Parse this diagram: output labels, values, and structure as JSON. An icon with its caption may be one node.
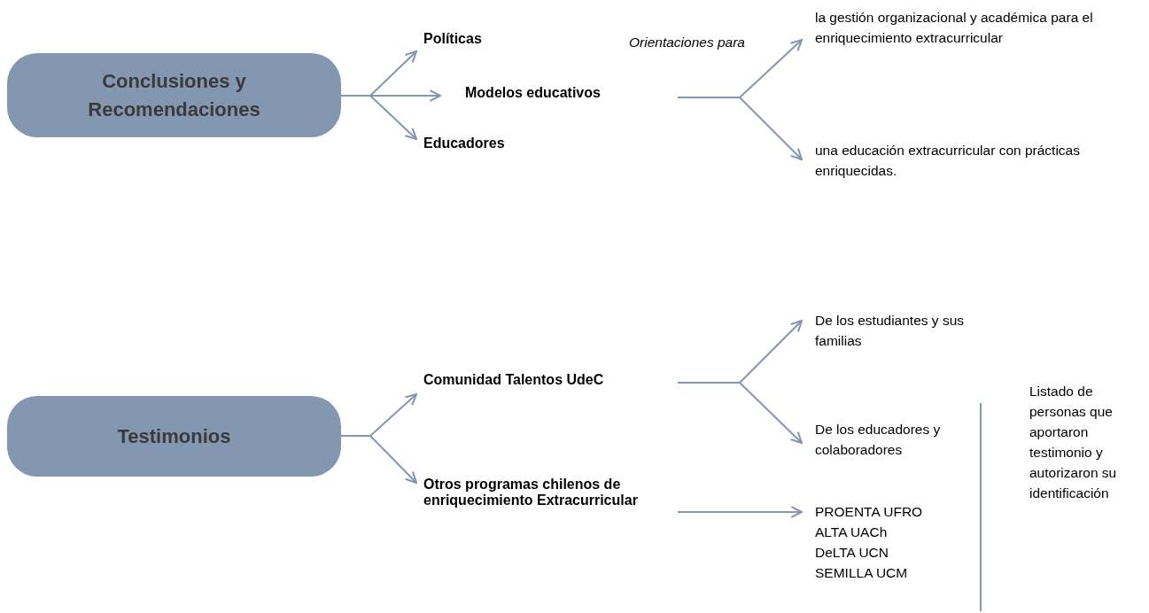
{
  "diagram": {
    "nodes": [
      {
        "text": [
          "Conclusiones y Recomendaciones"
        ]
      },
      {
        "text": [
          "Políticas"
        ]
      },
      {
        "text": [
          "Modelos educativos"
        ]
      },
      {
        "text": [
          "Educadores"
        ]
      },
      {
        "text": [
          "la gestión organizacional y académica para el enriquecimiento extracurricular"
        ]
      },
      {
        "text": [
          "una educación extracurricular con prácticas enriquecidas."
        ]
      },
      {
        "text": [
          "Testimonios"
        ]
      },
      {
        "text": [
          "Comunidad Talentos UdeC"
        ]
      },
      {
        "text": [
          "Otros programas chilenos de enriquecimiento Extracurricular"
        ]
      },
      {
        "text": [
          "De los estudiantes y sus familias"
        ]
      },
      {
        "text": [
          "De los educadores y colaboradores"
        ]
      },
      {
        "text": [
          "PROENTA UFRO",
          "ALTA UACh",
          "DeLTA UCN",
          "SEMILLA UCM"
        ]
      }
    ],
    "edges": [
      {
        "from": 0,
        "to": 1,
        "arrow": "to"
      },
      {
        "from": 0,
        "to": 2,
        "arrow": "to"
      },
      {
        "from": 0,
        "to": 3,
        "arrow": "to"
      },
      {
        "from": 2,
        "to": 4,
        "arrow": "to"
      },
      {
        "from": 2,
        "to": 5,
        "arrow": "to"
      },
      {
        "from": 6,
        "to": 7,
        "arrow": "to"
      },
      {
        "from": 6,
        "to": 8,
        "arrow": "to"
      },
      {
        "from": 7,
        "to": 9,
        "arrow": "to"
      },
      {
        "from": 7,
        "to": 10,
        "arrow": "to"
      },
      {
        "from": 8,
        "to": 11,
        "arrow": "to"
      }
    ],
    "labels": [
      "Orientaciones para",
      "Listado de personas que aportaron testimonio y autorizaron su identificación"
    ]
  }
}
